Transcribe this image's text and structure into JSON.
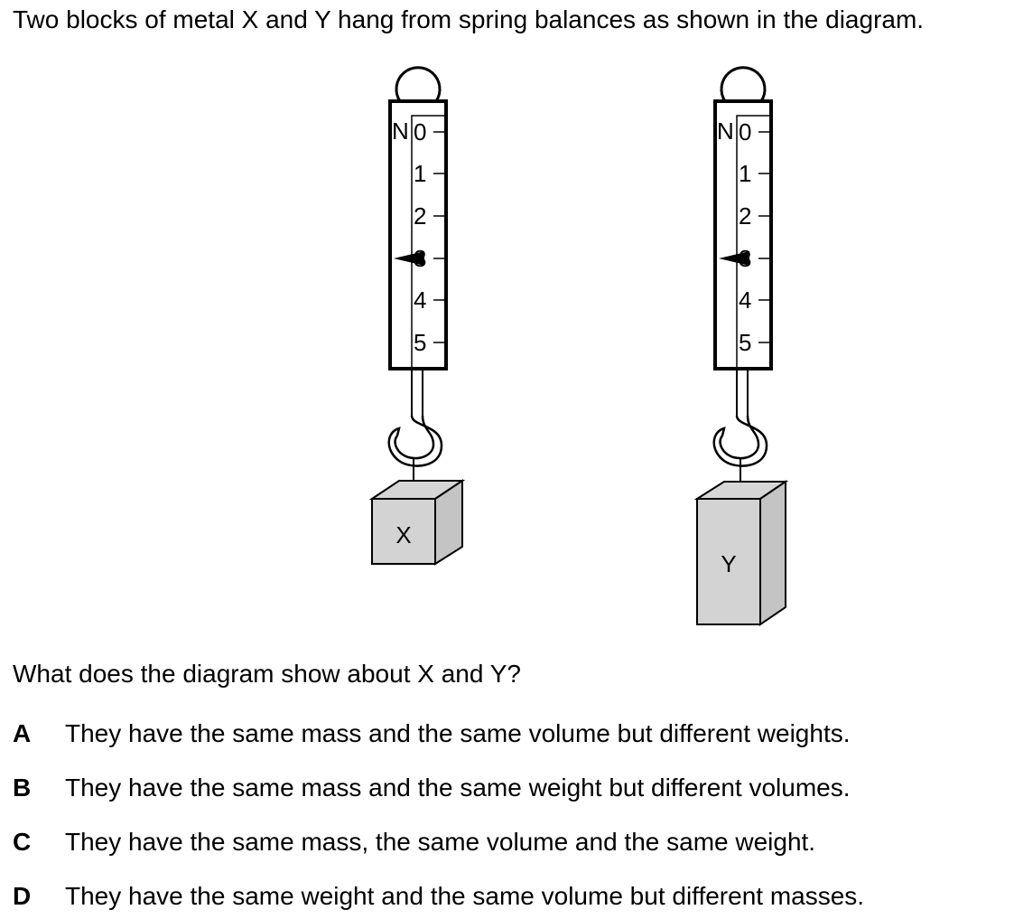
{
  "intro": "Two blocks of metal X and Y hang from spring balances as shown in the diagram.",
  "balance_scale": {
    "unit": "N",
    "ticks": [
      "0",
      "1",
      "2",
      "3",
      "4",
      "5"
    ]
  },
  "blocks": [
    {
      "label": "X",
      "reading_N": 3
    },
    {
      "label": "Y",
      "reading_N": 3
    }
  ],
  "question": "What does the diagram show about X and Y?",
  "options": [
    {
      "letter": "A",
      "text": "They have the same mass and the same volume but different weights."
    },
    {
      "letter": "B",
      "text": "They have the same mass and the same weight but different volumes."
    },
    {
      "letter": "C",
      "text": "They have the same mass, the same volume and the same weight."
    },
    {
      "letter": "D",
      "text": "They have the same weight and the same volume but different masses."
    }
  ]
}
